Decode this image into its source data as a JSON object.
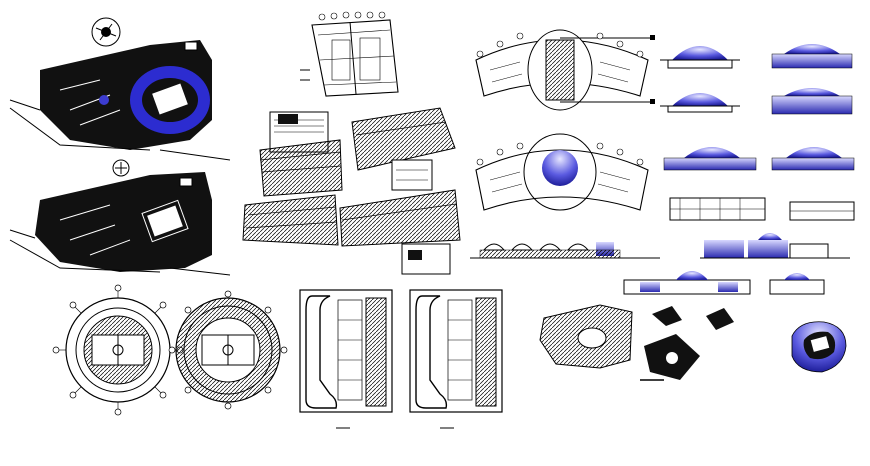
{
  "drawing": {
    "kind": "CAD architectural sheet - stadium / dome complex",
    "colors": {
      "ink": "#000000",
      "accent_blue": "#3c3cd0",
      "dome_highlight": "#e6e6ff",
      "background": "#ffffff"
    },
    "views": [
      "site-plan-upper",
      "site-plan-lower",
      "compass-icon",
      "arena-plan-round-a",
      "arena-plan-round-b",
      "grandstand-fan-plan",
      "seating-section-left",
      "seating-section-right",
      "long-plan-a",
      "long-plan-b",
      "curved-arena-plan-top",
      "curved-arena-plan-dome",
      "dome-elevations",
      "side-elevations",
      "site-detail-plans",
      "stadium-model-blue"
    ]
  }
}
